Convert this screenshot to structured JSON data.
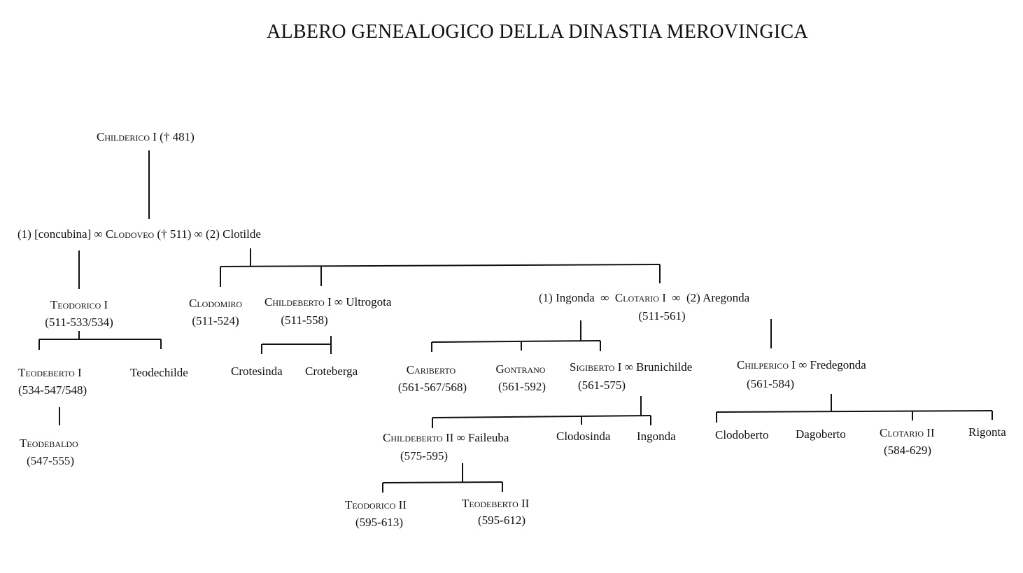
{
  "title": "ALBERO GENEALOGICO DELLA DINASTIA MEROVINGICA",
  "persons": {
    "childerico": {
      "name": "Childerico I",
      "note": " († 481)"
    },
    "clodoveo": {
      "pre": "(1) [concubina] ∞ ",
      "name": "Clodoveo",
      "post": " († 511) ∞ (2) Clotilde"
    },
    "teodorico1": {
      "name": "Teodorico I",
      "dates": "(511-533/534)"
    },
    "clodomiro": {
      "name": "Clodomiro",
      "dates": "(511-524)"
    },
    "childeberto1": {
      "name": "Childeberto I",
      "spouse": " ∞ Ultrogota",
      "dates": "(511-558)"
    },
    "clotario1": {
      "pre": "(1) Ingonda  ∞  ",
      "name": "Clotario I",
      "post": "  ∞  (2) Aregonda",
      "dates": "(511-561)"
    },
    "teodeberto1": {
      "name": "Teodeberto I",
      "dates": "(534-547/548)"
    },
    "teodechilde": {
      "name": "Teodechilde"
    },
    "crotesinda": {
      "name": "Crotesinda"
    },
    "croteberga": {
      "name": "Croteberga"
    },
    "cariberto": {
      "name": "Cariberto",
      "dates": "(561-567/568)"
    },
    "gontrano": {
      "name": "Gontrano",
      "dates": "(561-592)"
    },
    "sigiberto1": {
      "name": "Sigiberto I",
      "spouse": " ∞ Brunichilde",
      "dates": "(561-575)"
    },
    "chilperico1": {
      "name": "Chilperico I",
      "spouse": " ∞ Fredegonda",
      "dates": "(561-584)"
    },
    "teodebaldo": {
      "name": "Teodebaldo",
      "dates": "(547-555)"
    },
    "childeberto2": {
      "name": "Childeberto II",
      "spouse": " ∞ Faileuba",
      "dates": "(575-595)"
    },
    "clodosinda": {
      "name": "Clodosinda"
    },
    "ingonda": {
      "name": "Ingonda"
    },
    "clodoberto": {
      "name": "Clodoberto"
    },
    "dagoberto": {
      "name": "Dagoberto"
    },
    "clotario2": {
      "name": "Clotario II",
      "dates": "(584-629)"
    },
    "rigonta": {
      "name": "Rigonta"
    },
    "teodorico2": {
      "name": "Teodorico II",
      "dates": "(595-613)"
    },
    "teodeberto2": {
      "name": "Teodeberto II",
      "dates": "(595-612)"
    }
  }
}
